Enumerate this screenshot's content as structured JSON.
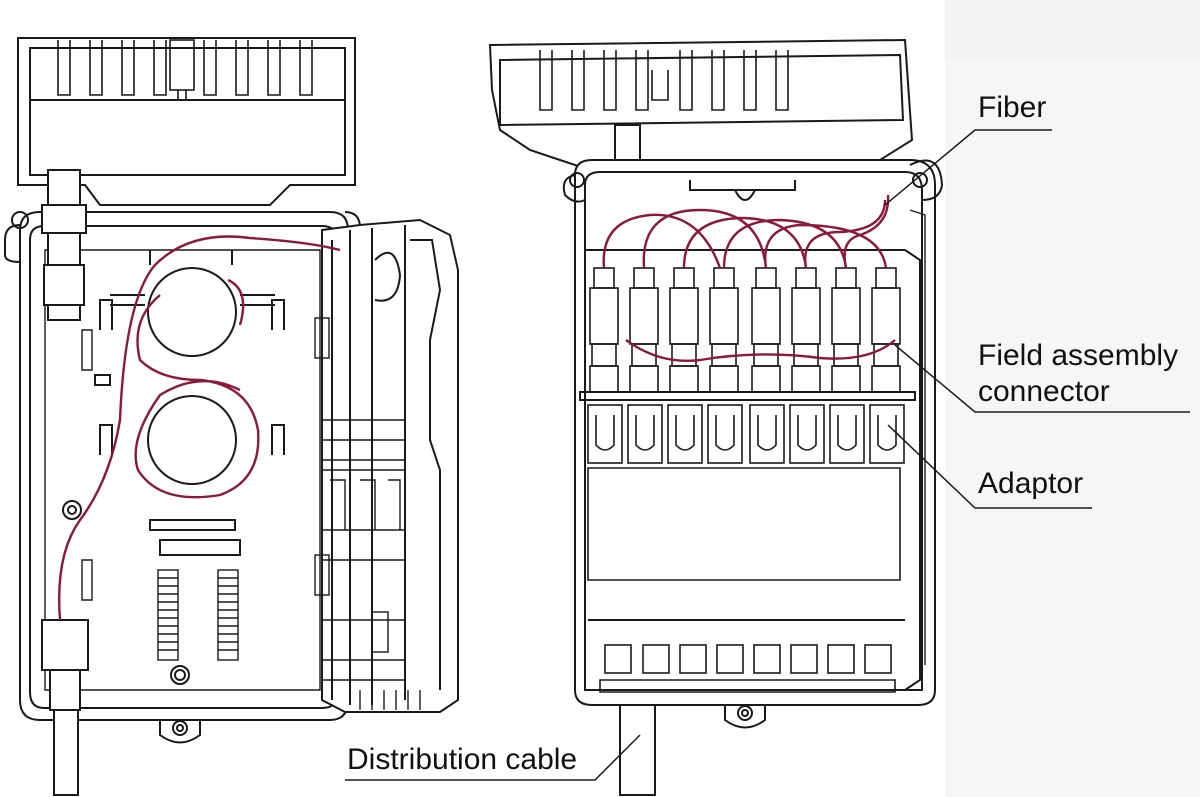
{
  "labels": {
    "fiber": "Fiber",
    "field_assembly_line1": "Field assembly",
    "field_assembly_line2": "connector",
    "adaptor": "Adaptor",
    "distribution_cable": "Distribution cable"
  },
  "colors": {
    "fiber": "#8b1a3a",
    "outline": "#1a1a1a",
    "background": "#ffffff",
    "right_strip": "#f3f3f3"
  }
}
